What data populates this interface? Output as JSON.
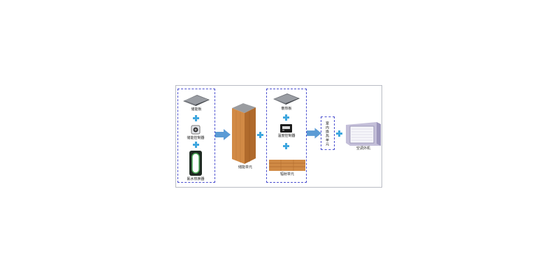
{
  "diagram": {
    "left_group": {
      "items": [
        {
          "label": "储能板",
          "icon": "energy-storage-plate-icon"
        },
        {
          "label": "储能控制器",
          "icon": "controller-icon"
        },
        {
          "label": "氟水热换器",
          "icon": "heat-exchanger-icon"
        }
      ]
    },
    "center_unit": {
      "label": "储能单元",
      "icon": "wood-column-icon"
    },
    "right_group": {
      "items": [
        {
          "label": "散热板",
          "icon": "heat-sink-plate-icon"
        },
        {
          "label": "温度控制器",
          "icon": "thermostat-icon"
        },
        {
          "label": "辐射单元",
          "icon": "radiant-panel-icon"
        }
      ]
    },
    "indoor_unit": {
      "label": "室内换热单元"
    },
    "outdoor_unit": {
      "label": "空调外机",
      "icon": "ac-outdoor-unit-icon"
    },
    "colors": {
      "dashed_border": "#4a4fcf",
      "plus": "#3fa7df",
      "arrow": "#5b9bd5",
      "wood": "#d28a45"
    }
  }
}
